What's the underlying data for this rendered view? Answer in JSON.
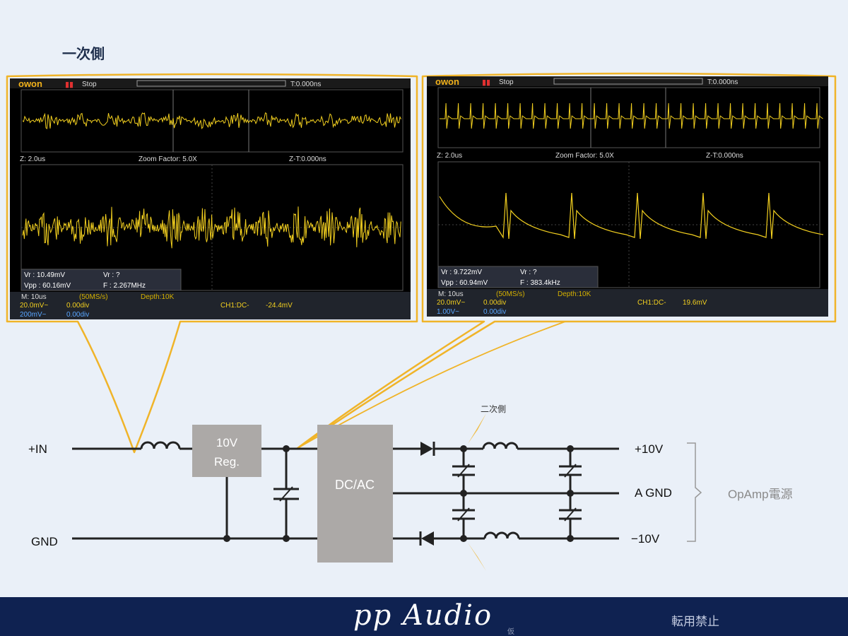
{
  "primary_label": "一次側",
  "secondary_label": "二次側",
  "scope_left": {
    "brand": "owon",
    "run_state": "Stop",
    "trigger_time": "T:0.000ns",
    "zoom_timebase": "Z: 2.0us",
    "zoom_factor": "Zoom Factor: 5.0X",
    "zoom_time": "Z-T:0.000ns",
    "meas_vr": "Vr : 10.49mV",
    "meas_vr2": "Vr :    ?",
    "meas_vpp": "Vpp : 60.16mV",
    "meas_f": "F : 2.267MHz",
    "main_timebase": "M: 10us",
    "sample_rate": "(50MS/s)",
    "depth": "Depth:10K",
    "ch1_scale": "20.0mV~",
    "ch1_offset": "0.00div",
    "ch2_scale": "200mV~",
    "ch2_offset": "0.00div",
    "trigger_info": "CH1:DC-",
    "trigger_level": "-24.4mV"
  },
  "scope_right": {
    "brand": "owon",
    "run_state": "Stop",
    "trigger_time": "T:0.000ns",
    "zoom_timebase": "Z: 2.0us",
    "zoom_factor": "Zoom Factor: 5.0X",
    "zoom_time": "Z-T:0.000ns",
    "meas_vr": "Vr : 9.722mV",
    "meas_vr2": "Vr :    ?",
    "meas_vpp": "Vpp : 60.94mV",
    "meas_f": "F : 383.4kHz",
    "main_timebase": "M: 10us",
    "sample_rate": "(50MS/s)",
    "depth": "Depth:10K",
    "ch1_scale": "20.0mV~",
    "ch1_offset": "0.00div",
    "ch2_scale": "1.00V~",
    "ch2_offset": "0.00div",
    "trigger_info": "CH1:DC-",
    "trigger_level": "19.6mV"
  },
  "circuit": {
    "input_label": "+IN",
    "gnd_label": "GND",
    "regulator_label_1": "10V",
    "regulator_label_2": "Reg.",
    "converter_label": "DC/AC",
    "out_pos_label": "+10V",
    "out_gnd_label": "A GND",
    "out_neg_label": "−10V",
    "rail_caption": "OpAmp電源"
  },
  "footer": {
    "brand": "pp Audio",
    "brand_sub": "仮",
    "notice": "転用禁止"
  },
  "colors": {
    "trace": "#f2cf1f",
    "callout": "#f0b429",
    "component_fill": "#aca9a7",
    "footer_bg": "#0f2251"
  }
}
